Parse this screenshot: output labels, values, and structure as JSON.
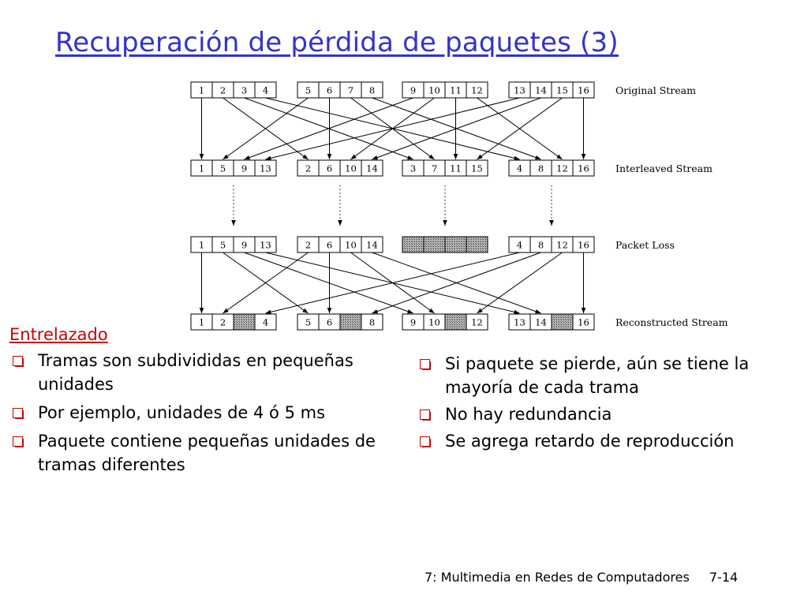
{
  "slide": {
    "title": "Recuperación de pérdida de paquetes (3)"
  },
  "diagram": {
    "rows": [
      {
        "label": "Original Stream",
        "groups": [
          [
            1,
            2,
            3,
            4
          ],
          [
            5,
            6,
            7,
            8
          ],
          [
            9,
            10,
            11,
            12
          ],
          [
            13,
            14,
            15,
            16
          ]
        ]
      },
      {
        "label": "Interleaved Stream",
        "groups": [
          [
            1,
            5,
            9,
            13
          ],
          [
            2,
            6,
            10,
            14
          ],
          [
            3,
            7,
            11,
            15
          ],
          [
            4,
            8,
            12,
            16
          ]
        ]
      },
      {
        "label": "Packet Loss",
        "groups": [
          [
            1,
            5,
            9,
            13
          ],
          [
            2,
            6,
            10,
            14
          ],
          [
            null,
            null,
            null,
            null
          ],
          [
            4,
            8,
            12,
            16
          ]
        ]
      },
      {
        "label": "Reconstructed Stream",
        "groups": [
          [
            1,
            2,
            null,
            4
          ],
          [
            5,
            6,
            null,
            8
          ],
          [
            9,
            10,
            null,
            12
          ],
          [
            13,
            14,
            null,
            16
          ]
        ]
      }
    ],
    "lost_fill": "#9a9a9a"
  },
  "left": {
    "heading": "Entrelazado",
    "bullets": [
      "Tramas son subdivididas en pequeñas unidades",
      "Por ejemplo, unidades de 4 ó 5 ms",
      "Paquete contiene pequeñas unidades de tramas diferentes"
    ]
  },
  "right": {
    "bullets": [
      "Si paquete se pierde, aún se tiene la mayoría de cada trama",
      "No hay redundancia",
      "Se agrega retardo de reproducción"
    ]
  },
  "footer": {
    "course": "7: Multimedia en Redes de Computadores",
    "page": "7-14"
  },
  "colors": {
    "title": "#3333cc",
    "heading": "#cc0000",
    "bullet": "#cc0000"
  }
}
